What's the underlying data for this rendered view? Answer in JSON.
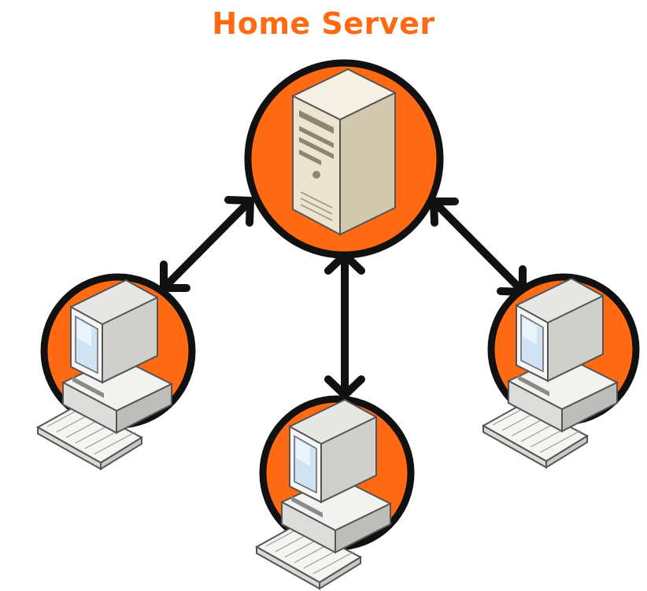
{
  "title": "Home Server",
  "colors": {
    "accent": "#ff6a13",
    "title": "#ff6a13",
    "outline": "#111111",
    "arrow": "#111111",
    "case": "#efe9d9",
    "screen": "#cfe3f4"
  },
  "nodes": {
    "server": {
      "icon": "server-tower-icon"
    },
    "clients": [
      {
        "icon": "desktop-computer-icon"
      },
      {
        "icon": "desktop-computer-icon"
      },
      {
        "icon": "desktop-computer-icon"
      }
    ]
  },
  "connections": [
    {
      "from": "server",
      "to": "client-left",
      "direction": "bidirectional"
    },
    {
      "from": "server",
      "to": "client-center",
      "direction": "bidirectional"
    },
    {
      "from": "server",
      "to": "client-right",
      "direction": "bidirectional"
    }
  ]
}
